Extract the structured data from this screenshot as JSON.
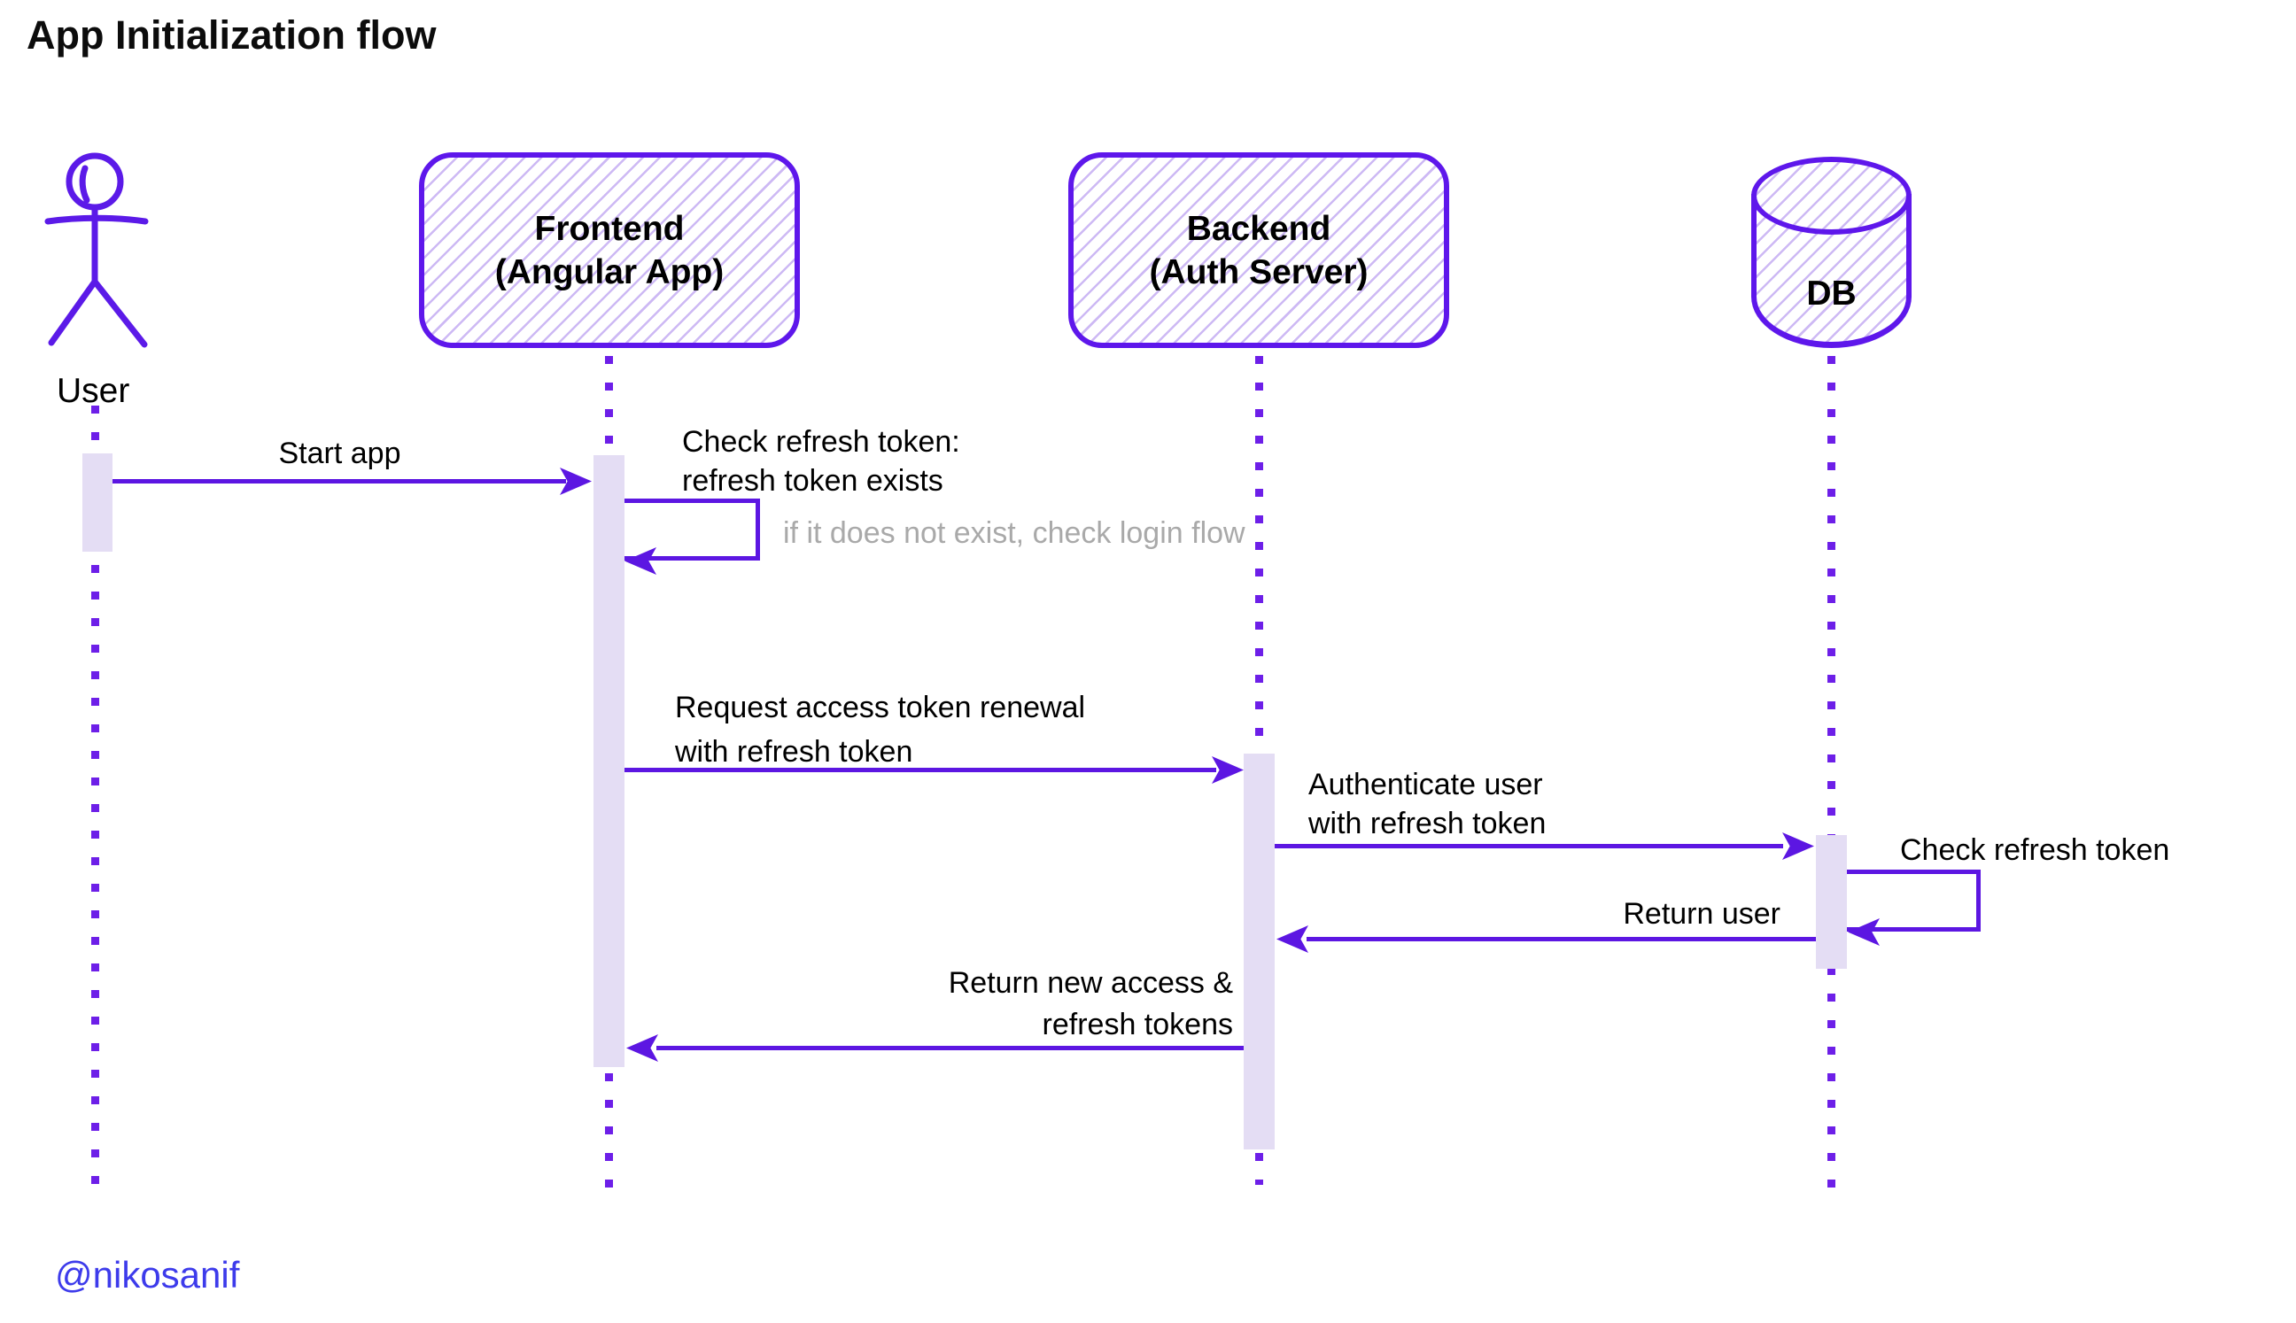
{
  "title": "App Initialization flow",
  "credit": "@nikosanif",
  "diagram_type": "uml-sequence-diagram",
  "colors": {
    "stroke_purple": "#5e17eb",
    "arrow_purple": "#5c16e2",
    "hatch_purple": "#cdb9f4",
    "activation_fill": "#e4ddf4",
    "lifeline_purple": "#6d1fe8",
    "note_gray": "#a9a9a9",
    "credit_blue": "#3d3beb",
    "text_black": "#000000"
  },
  "participants": {
    "user": {
      "label": "User",
      "type": "actor"
    },
    "frontend": {
      "name": "Frontend",
      "detail": "(Angular App)",
      "type": "component"
    },
    "backend": {
      "name": "Backend",
      "detail": "(Auth Server)",
      "type": "component"
    },
    "db": {
      "label": "DB",
      "type": "database"
    }
  },
  "messages": {
    "start_app": {
      "from": "User",
      "to": "Frontend",
      "label": "Start app"
    },
    "check_refresh_frontend": {
      "from": "Frontend",
      "to": "Frontend",
      "line1": "Check refresh token:",
      "line2": "refresh token exists",
      "note": "if it does not exist, check login flow"
    },
    "request_renewal": {
      "from": "Frontend",
      "to": "Backend",
      "line1": "Request access token renewal",
      "line2": "with refresh token"
    },
    "authenticate_user": {
      "from": "Backend",
      "to": "DB",
      "line1": "Authenticate user",
      "line2": "with refresh token"
    },
    "check_refresh_db": {
      "from": "DB",
      "to": "DB",
      "label": "Check refresh token"
    },
    "return_user": {
      "from": "DB",
      "to": "Backend",
      "label": "Return user"
    },
    "return_tokens": {
      "from": "Backend",
      "to": "Frontend",
      "line1": "Return new access &",
      "line2": "refresh tokens"
    }
  }
}
